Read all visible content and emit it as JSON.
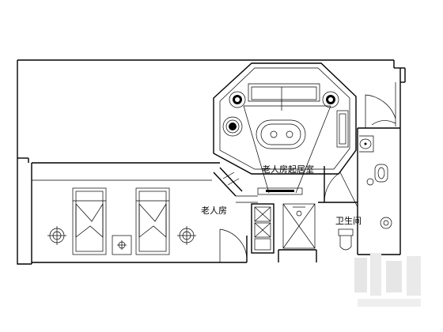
{
  "floorplan": {
    "rooms": [
      {
        "label": "老人房起居室"
      },
      {
        "label": "老人房"
      },
      {
        "label": "卫生间"
      }
    ]
  },
  "icons": {
    "watermark": "soft-watermark-logo"
  }
}
